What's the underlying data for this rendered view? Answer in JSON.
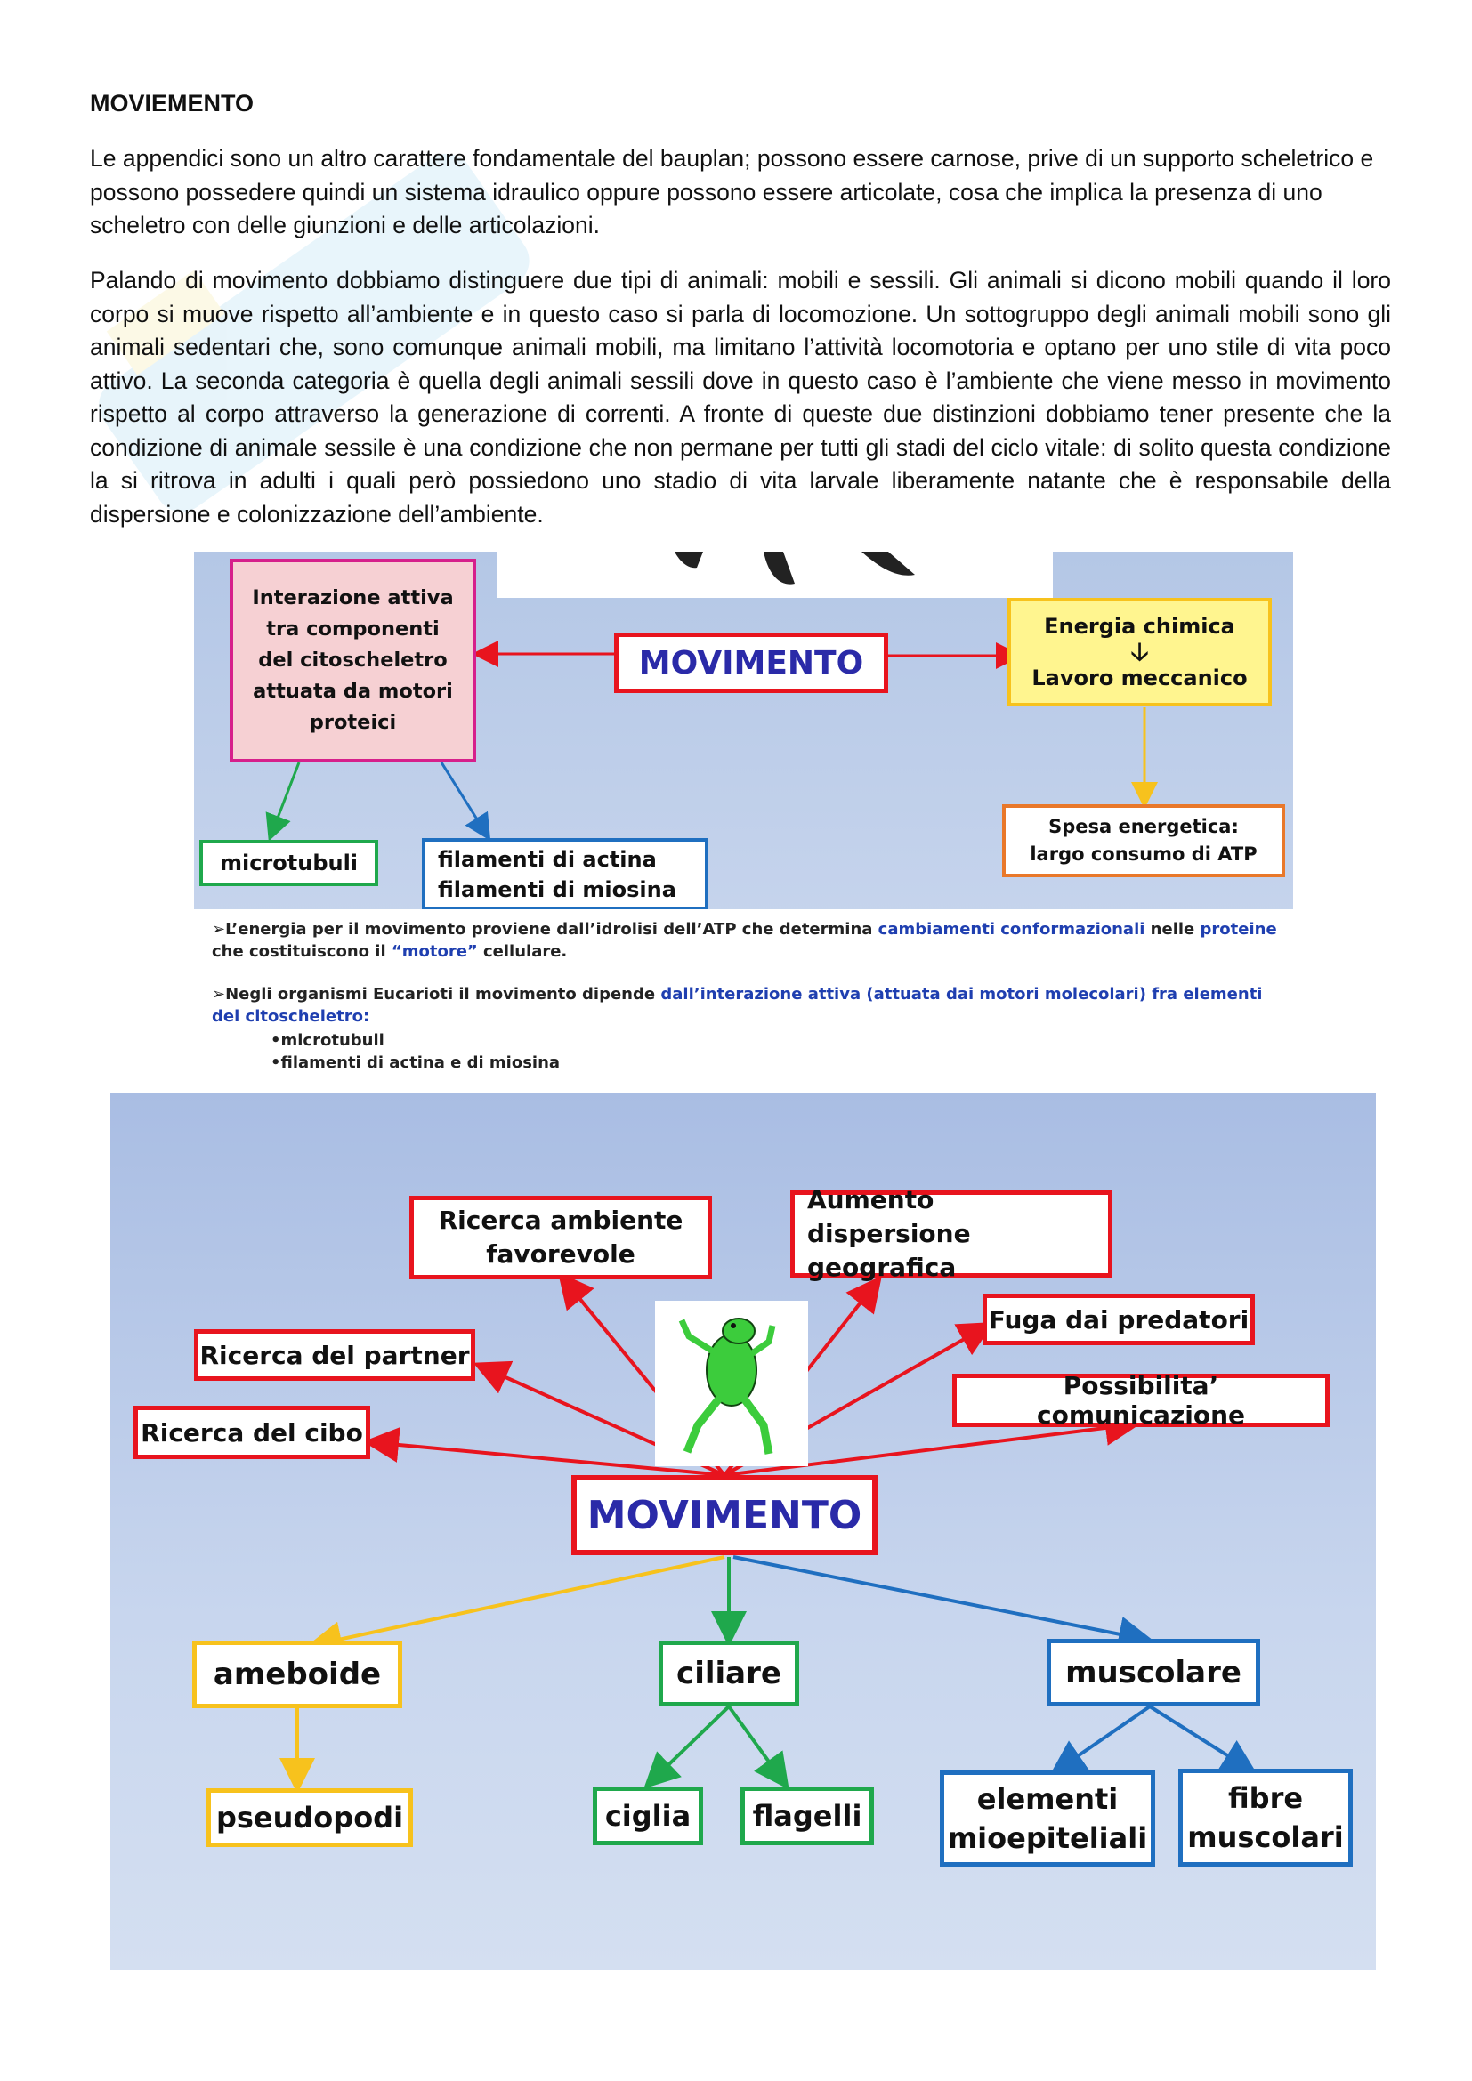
{
  "heading": "MOVIEMENTO",
  "paragraphs": [
    "Le appendici sono un altro carattere fondamentale del bauplan; possono essere carnose, prive di un supporto scheletrico e possono possedere quindi un sistema idraulico oppure possono essere articolate, cosa che implica la presenza di uno scheletro con delle giunzioni e delle articolazioni.",
    "Palando di movimento dobbiamo distinguere due tipi di animali: mobili e sessili. Gli animali si dicono mobili quando il loro corpo si muove rispetto all’ambiente e in questo caso si parla di locomozione. Un sottogruppo degli animali mobili sono gli animali sedentari che, sono comunque animali mobili, ma limitano l’attività locomotoria e optano per uno stile di vita poco attivo. La seconda categoria è quella degli animali sessili dove in questo caso è l’ambiente che viene messo in movimento rispetto al corpo attraverso la generazione di correnti. A fronte di queste due distinzioni dobbiamo tener presente che la condizione di animale sessile è una condizione che non permane per tutti gli stadi del ciclo vitale: di solito questa condizione la si ritrova in adulti i quali però possiedono uno stadio di vita larvale liberamente natante che è responsabile della dispersione e colonizzazione dell’ambiente."
  ],
  "figure1": {
    "center": "MOVIMENTO",
    "left_box": "Interazione attiva tra componenti del citoscheletro attuata da motori proteici",
    "right_box_top": "Energia chimica",
    "right_box_bottom": "Lavoro meccanico",
    "energy_box": "Spesa energetica: largo consumo di ATP",
    "microtubules": "microtubuli",
    "filaments": "filamenti di actina filamenti di miosina",
    "note1_a": "➢L’energia per il movimento proviene dall’idrolisi dell’ATP che determina ",
    "note1_b": "cambiamenti conformazionali",
    "note1_c": " nelle ",
    "note1_d": "proteine",
    "note1_e": " che costituiscono il ",
    "note1_f": "“motore”",
    "note1_g": " cellulare.",
    "note2_a": "➢Negli organismi Eucarioti il movimento dipende ",
    "note2_b": "dall’interazione attiva (attuata dai motori molecolari) fra elementi del citoscheletro:",
    "list": [
      "•microtubuli",
      "•filamenti di actina e di miosina"
    ],
    "colors": {
      "red": "#e8141e",
      "magenta": "#d61f8b",
      "yellow": "#f7c21d",
      "orange": "#e9782a",
      "green": "#1fa84c",
      "blue": "#1f6fc0",
      "navy": "#2a2aa8"
    }
  },
  "figure2": {
    "center": "MOVIMENTO",
    "ricerca_ambiente": "Ricerca ambiente favorevole",
    "aumento_dispersione": "Aumento dispersione geografica",
    "fuga": "Fuga dai predatori",
    "comunicazione": "Possibilita’ comunicazione",
    "partner": "Ricerca del partner",
    "cibo": "Ricerca del cibo",
    "ameboide": "ameboide",
    "ciliare": "ciliare",
    "muscolare": "muscolare",
    "pseudopodi": "pseudopodi",
    "ciglia": "ciglia",
    "flagelli": "flagelli",
    "mioepiteliali": "elementi mioepiteliali",
    "fibre": "fibre muscolari",
    "frog_icon": "frog-icon"
  }
}
